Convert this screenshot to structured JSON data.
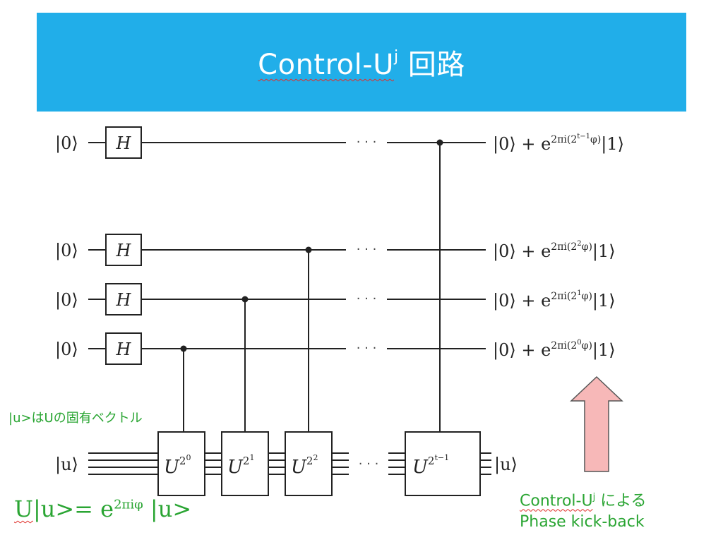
{
  "header": {
    "title_prefix": "Control-U",
    "title_sup": "j",
    "title_suffix": " 回路"
  },
  "qubits": [
    {
      "input": "|0⟩",
      "gate": "H",
      "output_base": "|0⟩ + e",
      "output_exp": "2πi(2",
      "output_sup": "t−1",
      "output_exp_end": "φ)",
      "output_tail": "|1⟩"
    },
    {
      "input": "|0⟩",
      "gate": "H",
      "output_base": "|0⟩ + e",
      "output_exp": "2πi(2",
      "output_sup": "2",
      "output_exp_end": "φ)",
      "output_tail": "|1⟩"
    },
    {
      "input": "|0⟩",
      "gate": "H",
      "output_base": "|0⟩ + e",
      "output_exp": "2πi(2",
      "output_sup": "1",
      "output_exp_end": "φ)",
      "output_tail": "|1⟩"
    },
    {
      "input": "|0⟩",
      "gate": "H",
      "output_base": "|0⟩ + e",
      "output_exp": "2πi(2",
      "output_sup": "0",
      "output_exp_end": "φ)",
      "output_tail": "|1⟩"
    }
  ],
  "target": {
    "input": "|u⟩",
    "output": "|u⟩",
    "gates": [
      {
        "base": "U",
        "exp": "2",
        "exp2": "0"
      },
      {
        "base": "U",
        "exp": "2",
        "exp2": "1"
      },
      {
        "base": "U",
        "exp": "2",
        "exp2": "2"
      },
      {
        "base": "U",
        "exp": "2",
        "exp2": "t−1"
      }
    ]
  },
  "ellipsis": "· · ·",
  "notes": {
    "eigen": "|u>はUの固有ベクトル",
    "equation_u": "U",
    "equation_rest": "|u>= e",
    "equation_sup": "2πiφ",
    "equation_end": " |u>",
    "kick_line1_prefix": "Control-U",
    "kick_line1_sup": "j",
    "kick_line1_suffix": " による",
    "kick_line2": "Phase  kick-back"
  },
  "colors": {
    "banner": "#21aee9",
    "note_green": "#2aa533",
    "arrow_fill": "#f7b8b8",
    "arrow_stroke": "#555555"
  }
}
